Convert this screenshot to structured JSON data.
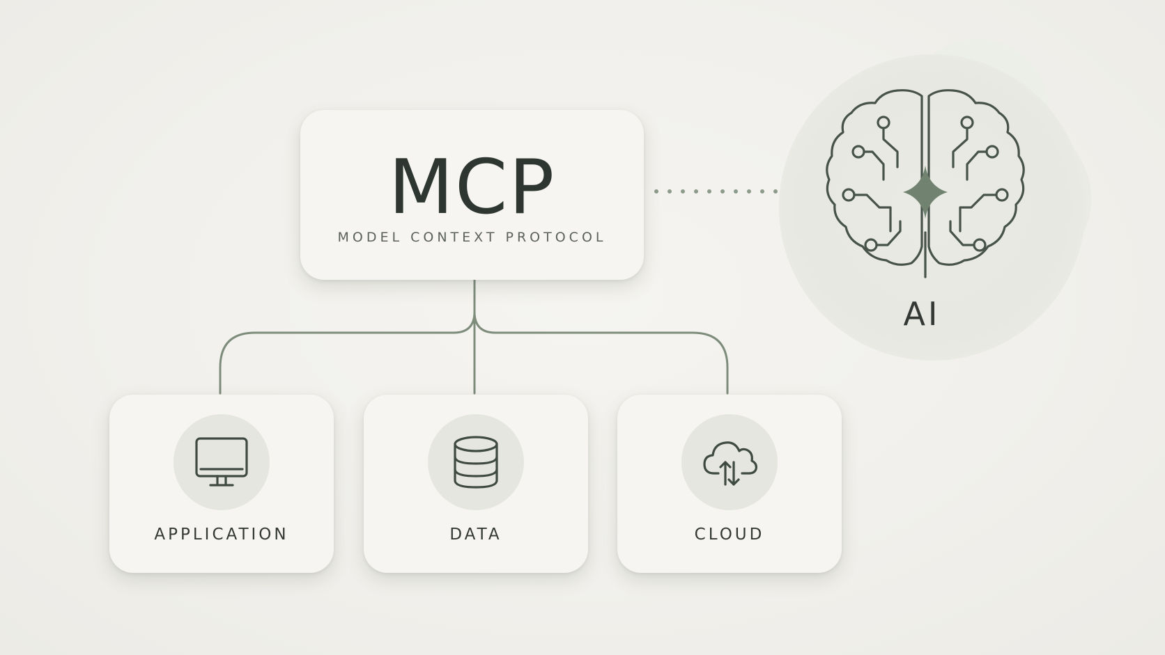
{
  "mcp": {
    "title": "MCP",
    "subtitle": "MODEL CONTEXT PROTOCOL"
  },
  "ai": {
    "label": "AI",
    "icon": "brain-circuit-icon"
  },
  "nodes": [
    {
      "label": "APPLICATION",
      "icon": "monitor-icon"
    },
    {
      "label": "DATA",
      "icon": "database-icon"
    },
    {
      "label": "CLOUD",
      "icon": "cloud-sync-icon"
    }
  ],
  "colors": {
    "background": "#f1f0ec",
    "card": "#f6f5f1",
    "line": "#7e8c7c",
    "icon_stroke": "#3f4a42",
    "icon_disc": "#e5e6e0",
    "text": "#2e3632"
  }
}
